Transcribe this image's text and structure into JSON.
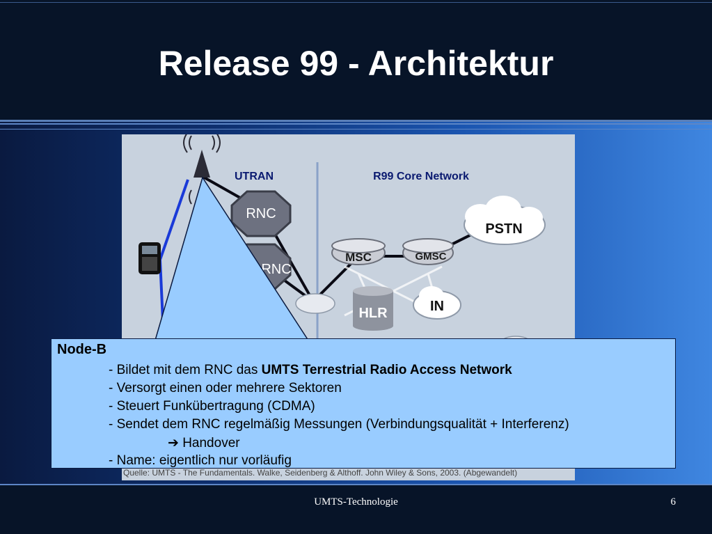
{
  "slide": {
    "title": "Release 99 - Architektur"
  },
  "diagram": {
    "utran_label": "UTRAN",
    "core_label": "R99 Core Network",
    "rnc_1": "RNC",
    "rnc_2": "RNC",
    "msc": "MSC",
    "gmsc": "GMSC",
    "pstn": "PSTN",
    "hlr": "HLR",
    "in": "IN",
    "source": "Quelle: UMTS - The Fundamentals. Walke, Seidenberg & Althoff. John Wiley & Sons, 2003. (Abgewandelt)"
  },
  "callout": {
    "heading": "Node-B",
    "line1_prefix": "- Bildet mit dem RNC das ",
    "line1_bold": "UMTS Terrestrial Radio Access Network",
    "line2": "- Versorgt einen oder mehrere Sektoren",
    "line3": "- Steuert Funkübertragung (CDMA)",
    "line4": "- Sendet dem RNC regelmäßig Messungen (Verbindungsqualität + Interferenz)",
    "line5_arrow": "➔",
    "line5_text": " Handover",
    "line6": "- Name: eigentlich nur vorläufig"
  },
  "footer": {
    "text": "UMTS-Technologie",
    "page": "6"
  },
  "colors": {
    "callout_fill": "#99ccff",
    "title_band": "#071428"
  }
}
